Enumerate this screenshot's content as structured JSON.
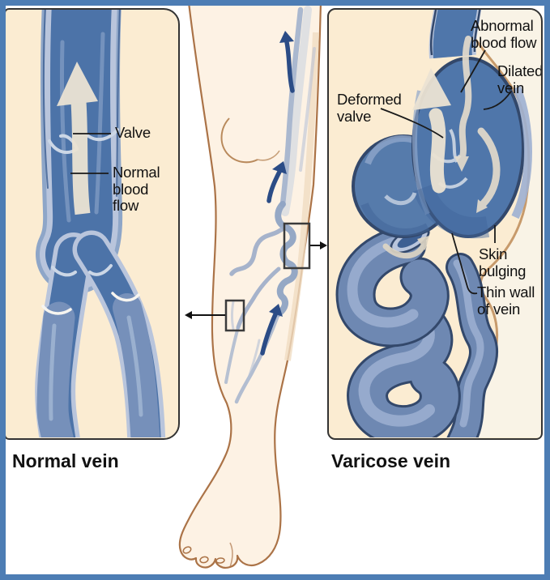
{
  "figure": {
    "type": "medical-anatomy-diagram",
    "subject": "Normal vein versus varicose vein in the human leg",
    "captions": {
      "left": "Normal vein",
      "right": "Varicose vein"
    }
  },
  "left_panel": {
    "name": "normal-vein-inset",
    "labels": {
      "valve": "Valve",
      "normal_blood_flow": "Normal\nblood\nflow"
    }
  },
  "right_panel": {
    "name": "varicose-vein-inset",
    "labels": {
      "abnormal_blood_flow": "Abnormal\nblood flow",
      "dilated_vein": "Dilated\nvein",
      "deformed_valve": "Deformed\nvalve",
      "skin_bulging": "Skin\nbulging",
      "thin_wall_of_vein": "Thin wall\nof vein"
    }
  },
  "icons": {
    "up_flow_arrows_on_leg": "blood-flow-up-arrow",
    "big_cream_arrow": "main-blood-flow-arrow",
    "callout_boxes": "zoom-region-rectangle"
  },
  "colors": {
    "frame_blue": "#4d7db4",
    "background": "#ffffff",
    "panel_cream": "#fbecd2",
    "panel_border": "#333333",
    "vein_blue": "#4c73a8",
    "vein_wall_light": "#b9c5dc",
    "vein_outline_dark": "#33486b",
    "varicose_tube_blue": "#6e88b2",
    "leg_skin_fill": "#fdf2e4",
    "leg_skin_outline": "#ab7347",
    "skin_contour_tan": "#c79a6b",
    "outside_skin_light": "#f9f3e6",
    "flow_arrow_dark_blue": "#2b4c86",
    "flow_arrow_cream": "#ebe3d3",
    "label_text": "#111111"
  }
}
